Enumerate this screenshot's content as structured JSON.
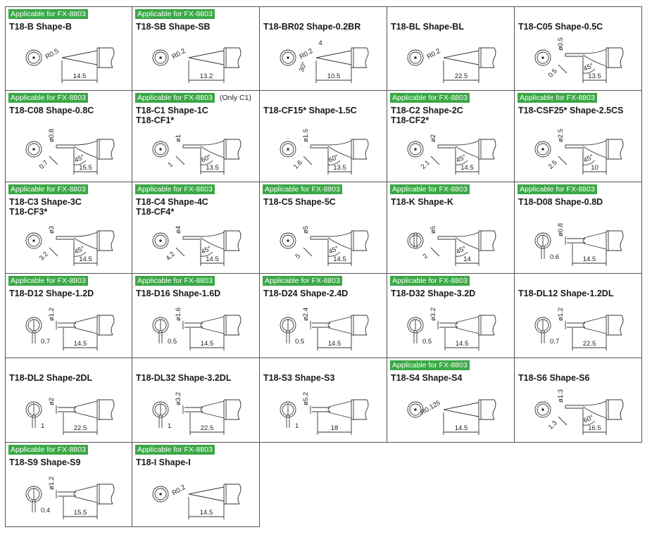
{
  "badge_text": "Applicable for FX-8803",
  "tips": [
    {
      "badge": true,
      "title": [
        "T18-B Shape-B"
      ],
      "kind": "conical",
      "r": "R0.5",
      "length": "14.5"
    },
    {
      "badge": true,
      "title": [
        "T18-SB Shape-SB"
      ],
      "kind": "conical",
      "r": "R0.2",
      "length": "13.2"
    },
    {
      "badge": false,
      "title": [
        "T18-BR02 Shape-0.2BR"
      ],
      "kind": "conical",
      "r": "R0.2",
      "angle": "30°",
      "side": "4",
      "length": "10.5"
    },
    {
      "badge": false,
      "title": [
        "T18-BL Shape-BL"
      ],
      "kind": "conical",
      "r": "R0.2",
      "length": "22.5"
    },
    {
      "badge": false,
      "title": [
        "T18-C05 Shape-0.5C"
      ],
      "kind": "chisel",
      "dia": "ø0.5",
      "side": "0.5",
      "angle": "45°",
      "length": "13.5"
    },
    {
      "badge": true,
      "title": [
        "T18-C08 Shape-0.8C"
      ],
      "kind": "chisel",
      "dia": "ø0.8",
      "side": "0.7",
      "angle": "45°",
      "length": "15.5"
    },
    {
      "badge": true,
      "note": "(Only C1)",
      "title": [
        "T18-C1 Shape-1C",
        "T18-CF1*"
      ],
      "kind": "chisel",
      "dia": "ø1",
      "side": "1",
      "angle": "60°",
      "length": "13.5"
    },
    {
      "badge": false,
      "title": [
        "T18-CF15* Shape-1.5C"
      ],
      "kind": "chisel",
      "dia": "ø1.5",
      "side": "1.6",
      "angle": "60°",
      "length": "13.5"
    },
    {
      "badge": true,
      "title": [
        "T18-C2 Shape-2C",
        "T18-CF2*"
      ],
      "kind": "chisel",
      "dia": "ø2",
      "side": "2.1",
      "angle": "45°",
      "length": "14.5"
    },
    {
      "badge": true,
      "title": [
        "T18-CSF25* Shape-2.5CS"
      ],
      "kind": "chisel",
      "dia": "ø2.5",
      "side": "2.5",
      "angle": "45°",
      "length": "10"
    },
    {
      "badge": true,
      "title": [
        "T18-C3 Shape-3C",
        "T18-CF3*"
      ],
      "kind": "chisel",
      "dia": "ø3",
      "side": "3.2",
      "angle": "45°",
      "length": "14.5"
    },
    {
      "badge": true,
      "title": [
        "T18-C4 Shape-4C",
        "T18-CF4*"
      ],
      "kind": "chisel",
      "dia": "ø4",
      "side": "4.2",
      "angle": "45°",
      "length": "14.5"
    },
    {
      "badge": true,
      "title": [
        "T18-C5 Shape-5C"
      ],
      "kind": "chisel",
      "dia": "ø5",
      "side": "5",
      "angle": "45°",
      "length": "14.5"
    },
    {
      "badge": true,
      "title": [
        "T18-K Shape-K"
      ],
      "kind": "knife",
      "dia": "ø5",
      "side": "2",
      "angle": "45°",
      "length": "14"
    },
    {
      "badge": true,
      "title": [
        "T18-D08 Shape-0.8D"
      ],
      "kind": "d",
      "dia": "ø0.8",
      "side": "0.6",
      "length": "14.5"
    },
    {
      "badge": true,
      "title": [
        "T18-D12 Shape-1.2D"
      ],
      "kind": "d",
      "dia": "ø1.2",
      "side": "0.7",
      "length": "14.5"
    },
    {
      "badge": true,
      "title": [
        "T18-D16 Shape-1.6D"
      ],
      "kind": "d",
      "dia": "ø1.6",
      "side": "0.5",
      "length": "14.5"
    },
    {
      "badge": true,
      "title": [
        "T18-D24 Shape-2.4D"
      ],
      "kind": "d",
      "dia": "ø2.4",
      "side": "0.5",
      "length": "14.5"
    },
    {
      "badge": true,
      "title": [
        "T18-D32 Shape-3.2D"
      ],
      "kind": "d",
      "dia": "ø3.2",
      "side": "0.5",
      "length": "14.5"
    },
    {
      "badge": false,
      "title": [
        "T18-DL12 Shape-1.2DL"
      ],
      "kind": "d",
      "dia": "ø1.2",
      "side": "0.7",
      "length": "22.5"
    },
    {
      "badge": false,
      "title": [
        "T18-DL2 Shape-2DL"
      ],
      "kind": "d",
      "dia": "ø2",
      "side": "1",
      "length": "22.5"
    },
    {
      "badge": false,
      "title": [
        "T18-DL32 Shape-3.2DL"
      ],
      "kind": "d",
      "dia": "ø3.2",
      "side": "1",
      "length": "22.5"
    },
    {
      "badge": false,
      "title": [
        "T18-S3 Shape-S3"
      ],
      "kind": "d",
      "dia": "ø5.2",
      "side": "1",
      "length": "18"
    },
    {
      "badge": true,
      "title": [
        "T18-S4 Shape-S4"
      ],
      "kind": "conical",
      "r": "R0.125",
      "length": "14.5"
    },
    {
      "badge": false,
      "title": [
        "T18-S6 Shape-S6"
      ],
      "kind": "chisel",
      "dia": "ø1.3",
      "side": "1.3",
      "angle": "60°",
      "length": "16.5"
    },
    {
      "badge": true,
      "title": [
        "T18-S9 Shape-S9"
      ],
      "kind": "d",
      "dia": "ø1.2",
      "side": "0.4",
      "length": "15.5"
    },
    {
      "badge": true,
      "title": [
        "T18-I Shape-I"
      ],
      "kind": "conical",
      "r": "R0.2",
      "length": "14.5"
    }
  ]
}
